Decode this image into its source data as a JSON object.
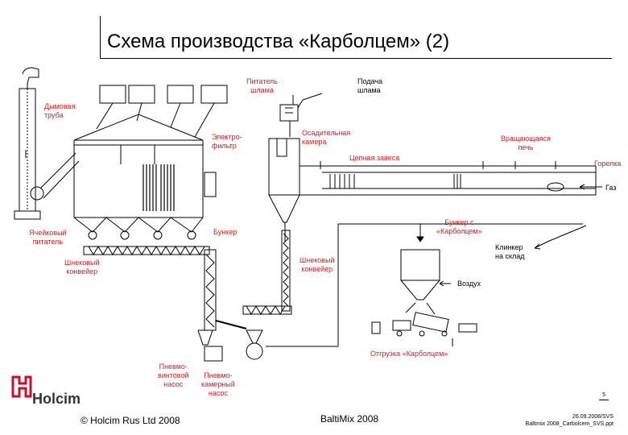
{
  "title": "Схема производства «Карболцем» (2)",
  "labels": {
    "pitatel_shlama": "Питатель\nшлама",
    "podacha_shlama": "Подача\nшлама",
    "dymovaya_truba": "Дымовая\nтруба",
    "elektrofiltr": "Электро-\nфильтр",
    "osaditelnaya_kamera": "Осадительная\nкамера",
    "tsepnaya_zavesa": "Цепная завеса",
    "vrashchayushchayasya_pech": "Вращающаяся\nпечь",
    "gorelka": "Горелка",
    "gaz": "Газ",
    "yacheikovy_pitatel": "Ячейковый\nпитатель",
    "bunker": "Бункер",
    "bunker_s_karboltsem": "Бункер с\n«Карболцем»",
    "klinker_na_sklad": "Клинкер\nна склад",
    "shnekovy_konveier_left": "Шнековый\nконвейер",
    "shnekovy_konveier_mid": "Шнековый\nконвейер",
    "vozdukh": "Воздух",
    "otgruzka": "Отгрузка «Карболцем»",
    "pnevmovintovoy_nasos": "Пневмо-\nвинтовой\nнасос",
    "pnevmokamerny_nasos": "Пневмо-\nкамерный\nнасос"
  },
  "footer": {
    "copyright": "© Holcim Rus Ltd 2008",
    "event": "BaltiMix 2008",
    "page": "5",
    "ref_line1": "26.09.2008/SVS",
    "ref_line2": "Baltimix 2008_Carbolcem_SVS.ppt",
    "brand": "Holcim"
  },
  "colors": {
    "label_red": "#cc1f1f",
    "line": "#000000"
  }
}
